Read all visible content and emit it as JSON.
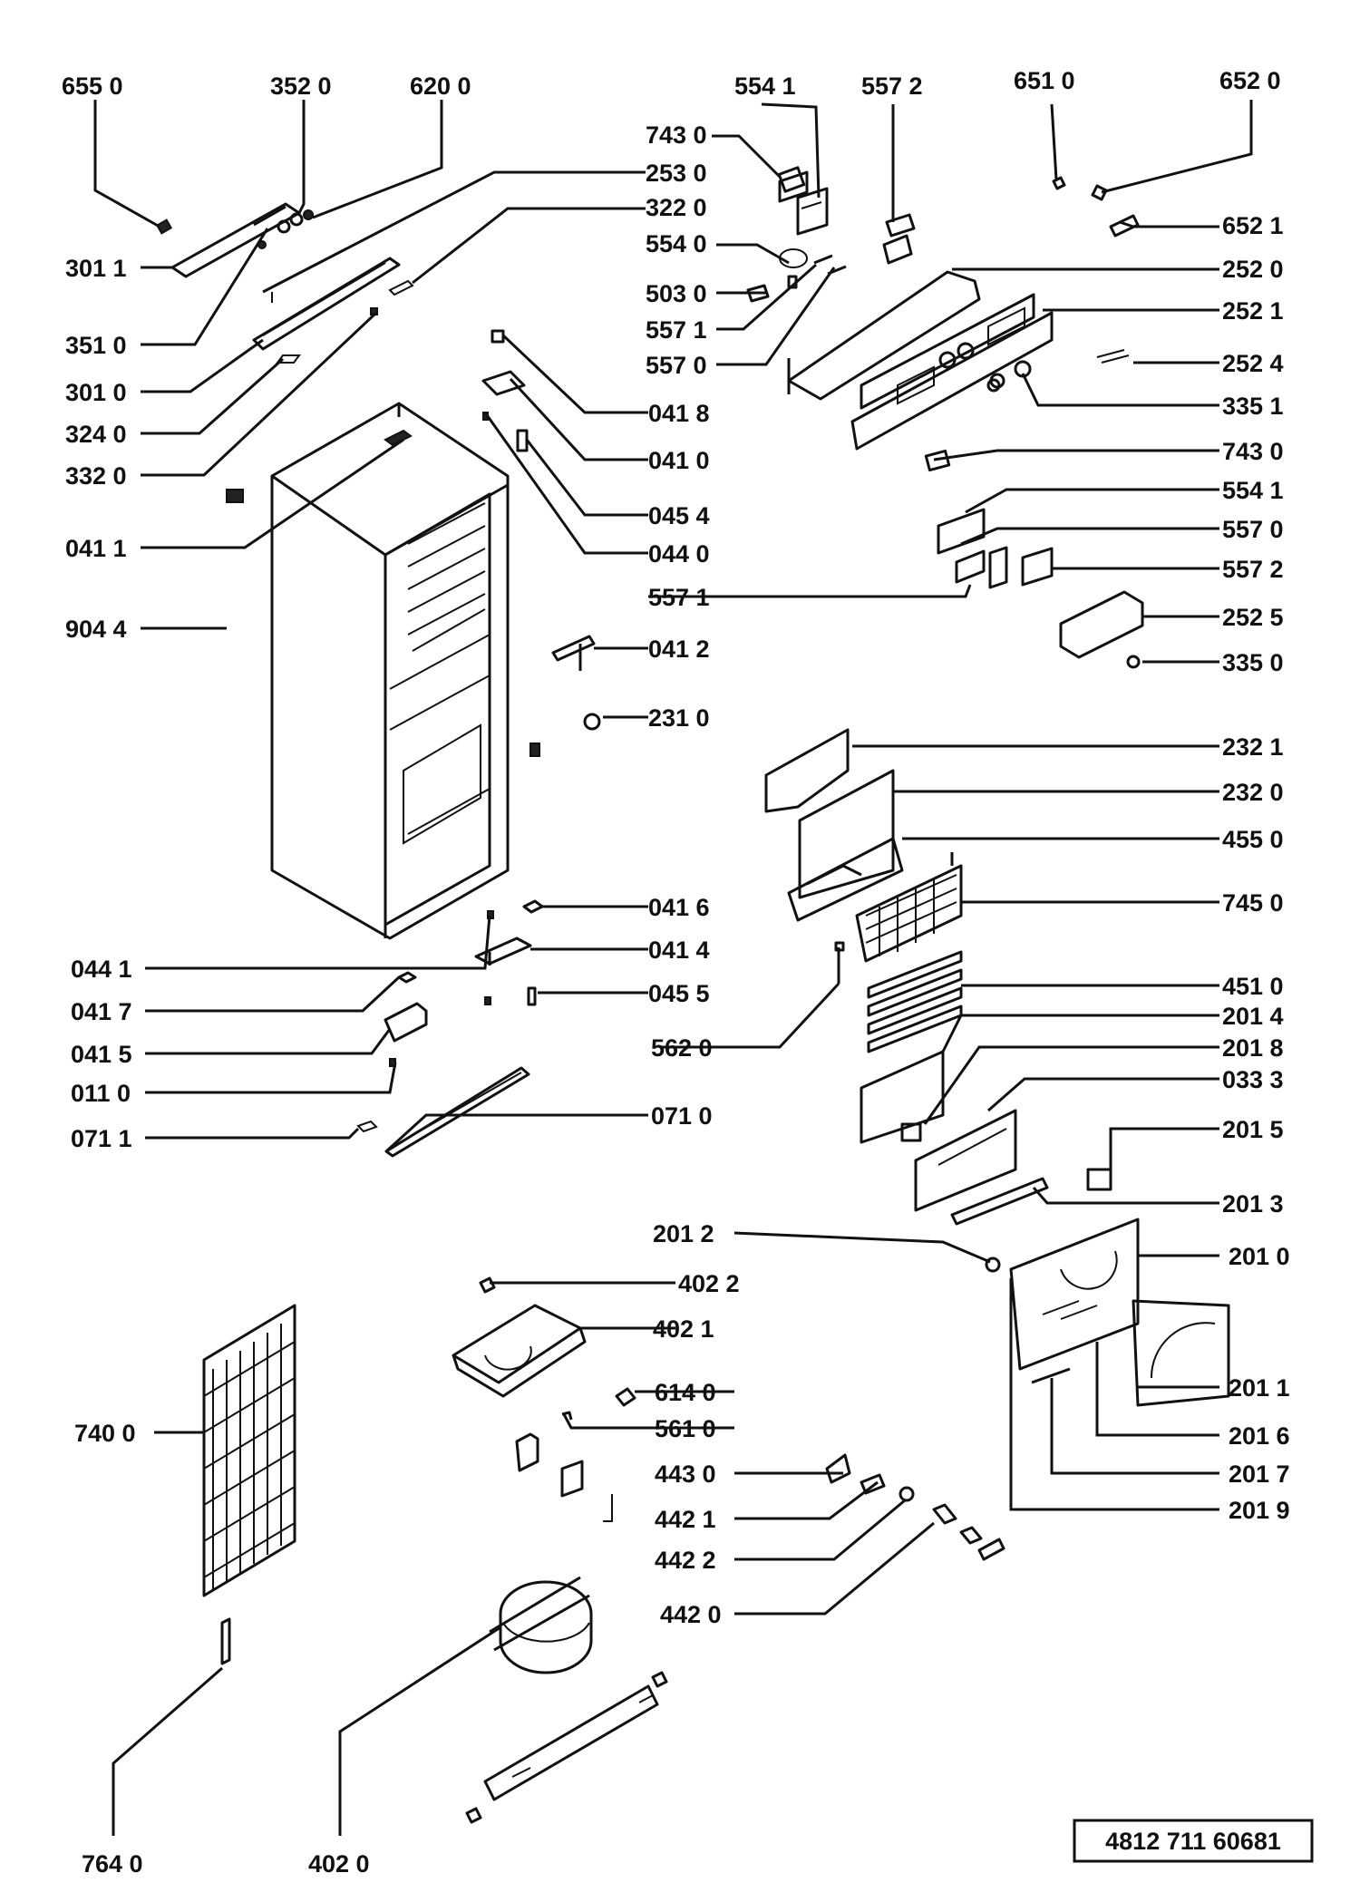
{
  "document_number": "4812 711 60681",
  "labels": [
    {
      "id": "l6550",
      "text": "655 0"
    },
    {
      "id": "l3520",
      "text": "352 0"
    },
    {
      "id": "l6200",
      "text": "620 0"
    },
    {
      "id": "l5541a",
      "text": "554 1"
    },
    {
      "id": "l5572a",
      "text": "557 2"
    },
    {
      "id": "l6510",
      "text": "651 0"
    },
    {
      "id": "l6520",
      "text": "652 0"
    },
    {
      "id": "l7430a",
      "text": "743 0"
    },
    {
      "id": "l2530",
      "text": "253 0"
    },
    {
      "id": "l3220",
      "text": "322 0"
    },
    {
      "id": "l5540",
      "text": "554 0"
    },
    {
      "id": "l6521",
      "text": "652 1"
    },
    {
      "id": "l3011",
      "text": "301 1"
    },
    {
      "id": "l2520",
      "text": "252 0"
    },
    {
      "id": "l5030",
      "text": "503 0"
    },
    {
      "id": "l2521",
      "text": "252 1"
    },
    {
      "id": "l5571a",
      "text": "557 1"
    },
    {
      "id": "l3510",
      "text": "351 0"
    },
    {
      "id": "l5570a",
      "text": "557 0"
    },
    {
      "id": "l2524",
      "text": "252 4"
    },
    {
      "id": "l3010",
      "text": "301 0"
    },
    {
      "id": "l3351",
      "text": "335 1"
    },
    {
      "id": "l0418",
      "text": "041 8"
    },
    {
      "id": "l3240",
      "text": "324 0"
    },
    {
      "id": "l0410",
      "text": "041 0"
    },
    {
      "id": "l7430b",
      "text": "743 0"
    },
    {
      "id": "l3320",
      "text": "332 0"
    },
    {
      "id": "l0454",
      "text": "045 4"
    },
    {
      "id": "l5541b",
      "text": "554 1"
    },
    {
      "id": "l0411",
      "text": "041 1"
    },
    {
      "id": "l5570b",
      "text": "557 0"
    },
    {
      "id": "l0440",
      "text": "044 0"
    },
    {
      "id": "l5572b",
      "text": "557 2"
    },
    {
      "id": "l5571b",
      "text": "557 1"
    },
    {
      "id": "l9044",
      "text": "904 4"
    },
    {
      "id": "l2525",
      "text": "252 5"
    },
    {
      "id": "l0412",
      "text": "041 2"
    },
    {
      "id": "l3350",
      "text": "335 0"
    },
    {
      "id": "l2310",
      "text": "231 0"
    },
    {
      "id": "l2321",
      "text": "232 1"
    },
    {
      "id": "l2320",
      "text": "232 0"
    },
    {
      "id": "l4550",
      "text": "455 0"
    },
    {
      "id": "l0416",
      "text": "041 6"
    },
    {
      "id": "l7450",
      "text": "745 0"
    },
    {
      "id": "l0414",
      "text": "041 4"
    },
    {
      "id": "l0441",
      "text": "044 1"
    },
    {
      "id": "l4510",
      "text": "451 0"
    },
    {
      "id": "l0417",
      "text": "041 7"
    },
    {
      "id": "l0455",
      "text": "045 5"
    },
    {
      "id": "l2014",
      "text": "201 4"
    },
    {
      "id": "l5620",
      "text": "562 0"
    },
    {
      "id": "l2018",
      "text": "201 8"
    },
    {
      "id": "l0415",
      "text": "041 5"
    },
    {
      "id": "l0333",
      "text": "033 3"
    },
    {
      "id": "l0110",
      "text": "011 0"
    },
    {
      "id": "l0710",
      "text": "071 0"
    },
    {
      "id": "l0711",
      "text": "071 1"
    },
    {
      "id": "l2015",
      "text": "201 5"
    },
    {
      "id": "l2013",
      "text": "201 3"
    },
    {
      "id": "l2012",
      "text": "201 2"
    },
    {
      "id": "l2010",
      "text": "201 0"
    },
    {
      "id": "l4022",
      "text": "402 2"
    },
    {
      "id": "l4021",
      "text": "402 1"
    },
    {
      "id": "l6140",
      "text": "614 0"
    },
    {
      "id": "l2011",
      "text": "201 1"
    },
    {
      "id": "l5610",
      "text": "561 0"
    },
    {
      "id": "l7400",
      "text": "740 0"
    },
    {
      "id": "l2016",
      "text": "201 6"
    },
    {
      "id": "l4430",
      "text": "443 0"
    },
    {
      "id": "l2017",
      "text": "201 7"
    },
    {
      "id": "l4421",
      "text": "442 1"
    },
    {
      "id": "l2019",
      "text": "201 9"
    },
    {
      "id": "l4422",
      "text": "442 2"
    },
    {
      "id": "l4420",
      "text": "442 0"
    },
    {
      "id": "l7640",
      "text": "764 0"
    },
    {
      "id": "l4020",
      "text": "402 0"
    }
  ]
}
